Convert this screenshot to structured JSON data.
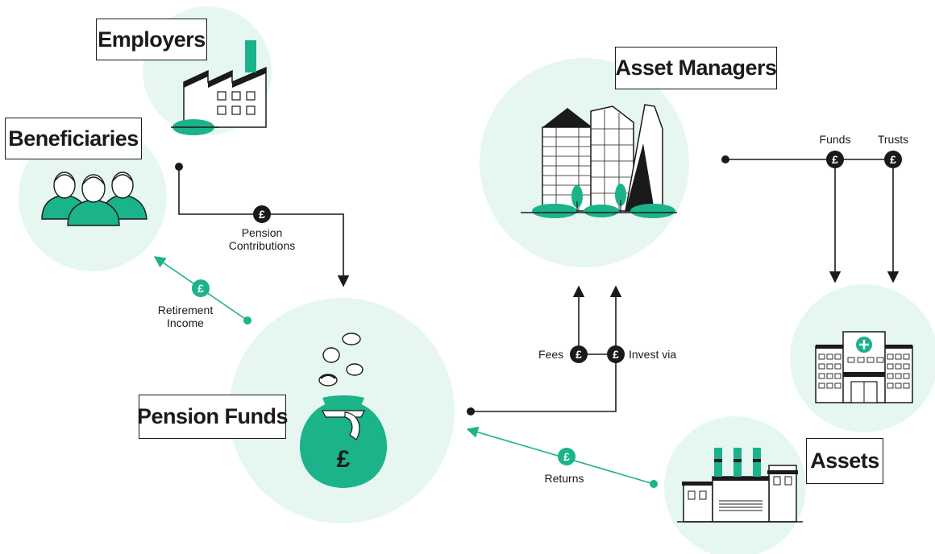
{
  "colors": {
    "circle": "#e6f7f1",
    "accent": "#1bb38a",
    "ink": "#1a1a1a"
  },
  "currency_symbol": "£",
  "nodes": {
    "employers": "Employers",
    "beneficiaries": "Beneficiaries",
    "asset_managers": "Asset Managers",
    "pension_funds": "Pension Funds",
    "assets": "Assets"
  },
  "flows": {
    "pension_contributions": "Pension\nContributions",
    "retirement_income": "Retirement\nIncome",
    "fees": "Fees",
    "invest_via": "Invest via",
    "funds": "Funds",
    "trusts": "Trusts",
    "returns": "Returns"
  }
}
